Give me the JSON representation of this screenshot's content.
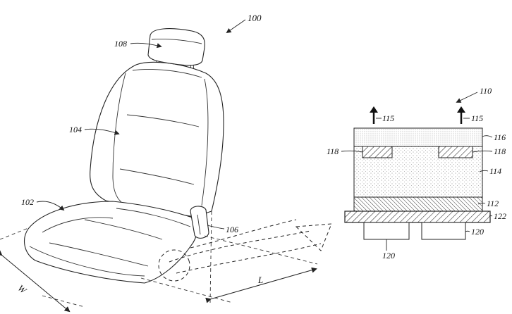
{
  "labels": {
    "seat_assembly": "100",
    "seat_bottom": "102",
    "seat_back": "104",
    "adjuster": "106",
    "headrest": "108",
    "stack": "110",
    "layer_112": "112",
    "layer_114": "114",
    "arrow_115_left": "115",
    "arrow_115_right": "115",
    "layer_116": "116",
    "element_118_left": "118",
    "element_118_right": "118",
    "foot_120_left": "120",
    "foot_120_right": "120",
    "base_122": "122",
    "length_dim": "L",
    "width_dim": "W"
  },
  "colors": {
    "line": "#222222",
    "background": "#ffffff"
  }
}
